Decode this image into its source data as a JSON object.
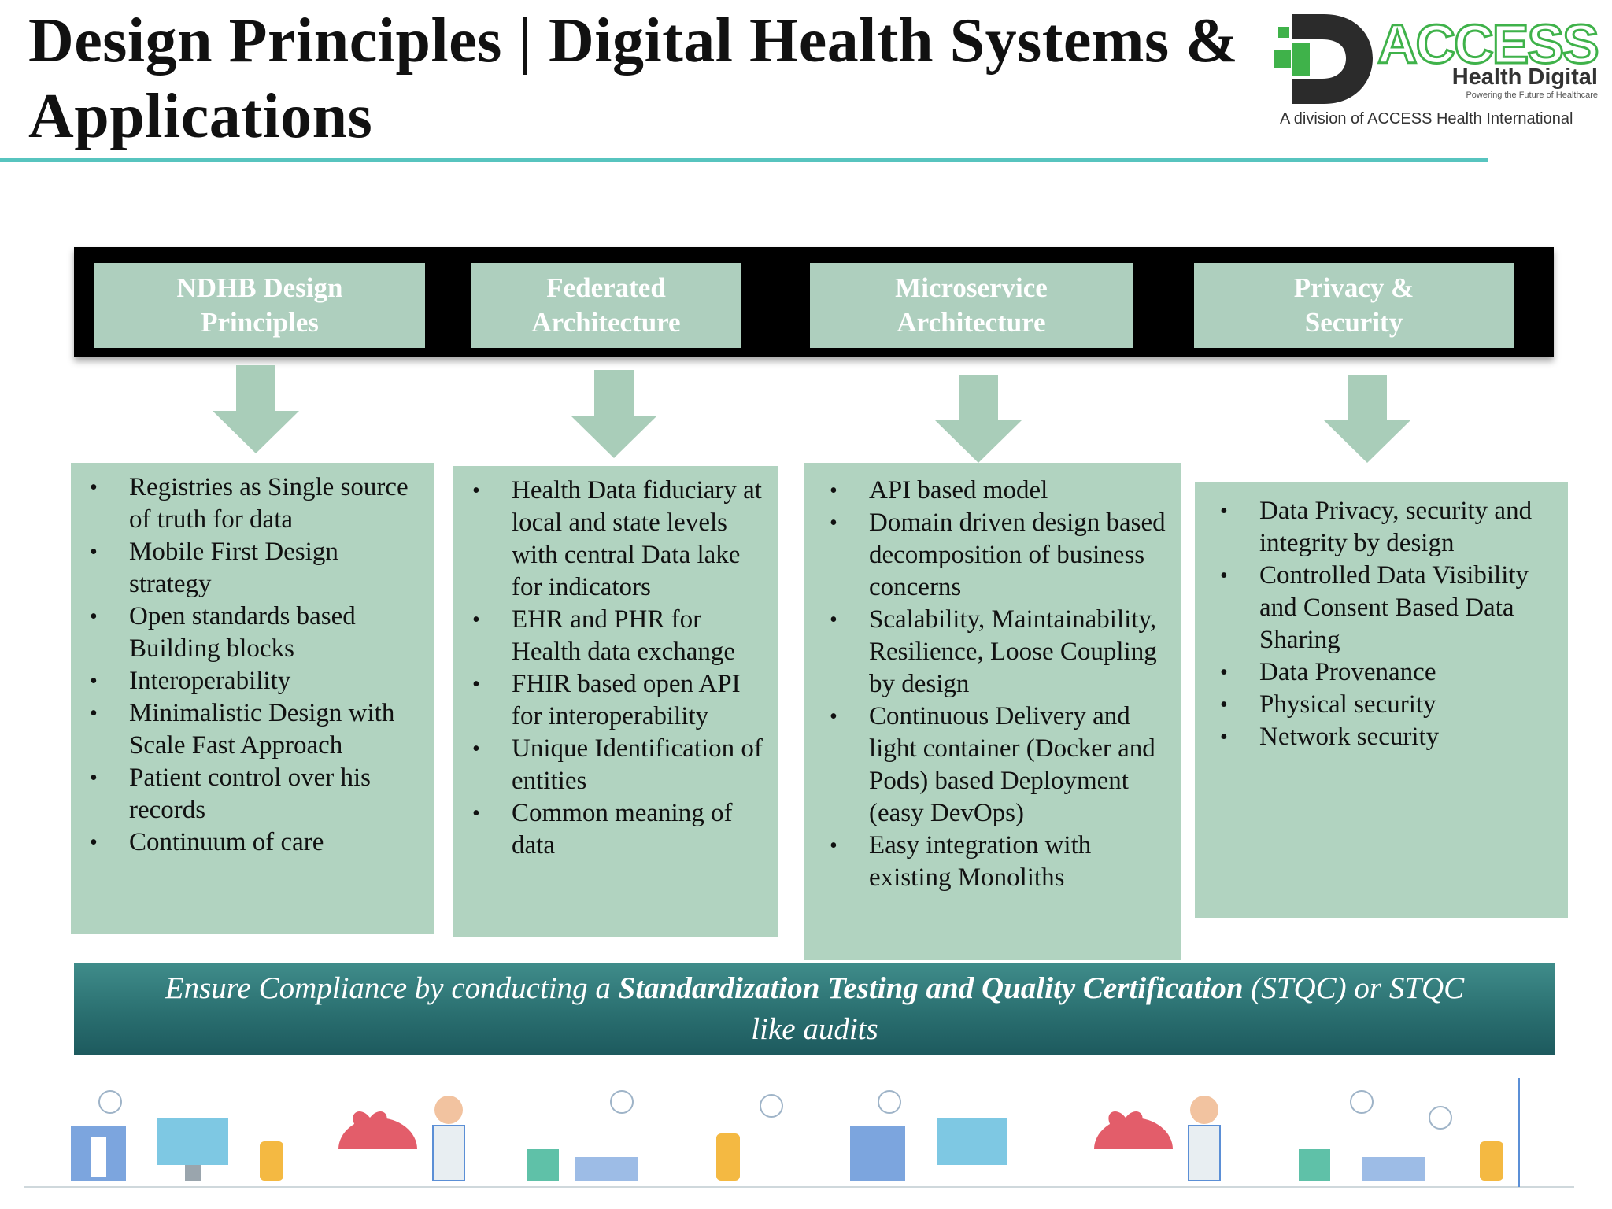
{
  "title": "Design Principles | Digital Health Systems & Applications",
  "logo": {
    "brand": "ACCESS",
    "product": "Health Digital",
    "tagline": "Powering the Future of Healthcare",
    "division": "A division of ACCESS Health International",
    "colors": {
      "green": "#3fb24a",
      "dark": "#2b2b2b"
    }
  },
  "columns": [
    {
      "header": "NDHB Design\nPrinciples",
      "items": [
        "Registries as Single source of truth for data",
        "Mobile First Design strategy",
        "Open standards based Building blocks",
        "Interoperability",
        "Minimalistic Design with Scale Fast Approach",
        "Patient control over his records",
        "Continuum of care"
      ]
    },
    {
      "header": "Federated\nArchitecture",
      "items": [
        "Health Data fiduciary at local and state levels with central Data lake for indicators",
        "EHR and PHR for Health data exchange",
        "FHIR based open API for interoperability",
        "Unique Identification of entities",
        "Common meaning of data"
      ]
    },
    {
      "header": "Microservice\nArchitecture",
      "items": [
        "API based model",
        "Domain driven design based decomposition of business concerns",
        "Scalability, Maintainability, Resilience, Loose Coupling by design",
        "Continuous Delivery and light container (Docker and Pods) based Deployment (easy DevOps)",
        "Easy integration with existing Monoliths"
      ]
    },
    {
      "header": "Privacy &\nSecurity",
      "items": [
        "Data Privacy, security and integrity  by design",
        "Controlled Data Visibility and Consent Based Data Sharing",
        "Data Provenance",
        "Physical security",
        "Network security"
      ]
    }
  ],
  "banner": {
    "prefix": "Ensure Compliance by conducting a ",
    "emphasis": "Standardization Testing and Quality Certification",
    "suffix": " (STQC) or STQC",
    "line2": "like audits"
  },
  "colors": {
    "header_fill": "#aecfbe",
    "content_fill": "#b1d3c0",
    "arrow": "#a9cdb9",
    "title_rule": "#57c4bf",
    "banner_top": "#3f8c8a",
    "banner_bottom": "#1d5a5e"
  },
  "footer_icons": [
    "hospital-icon",
    "doctor-icon",
    "heart-icon",
    "medicine-icon",
    "computer-icon"
  ]
}
